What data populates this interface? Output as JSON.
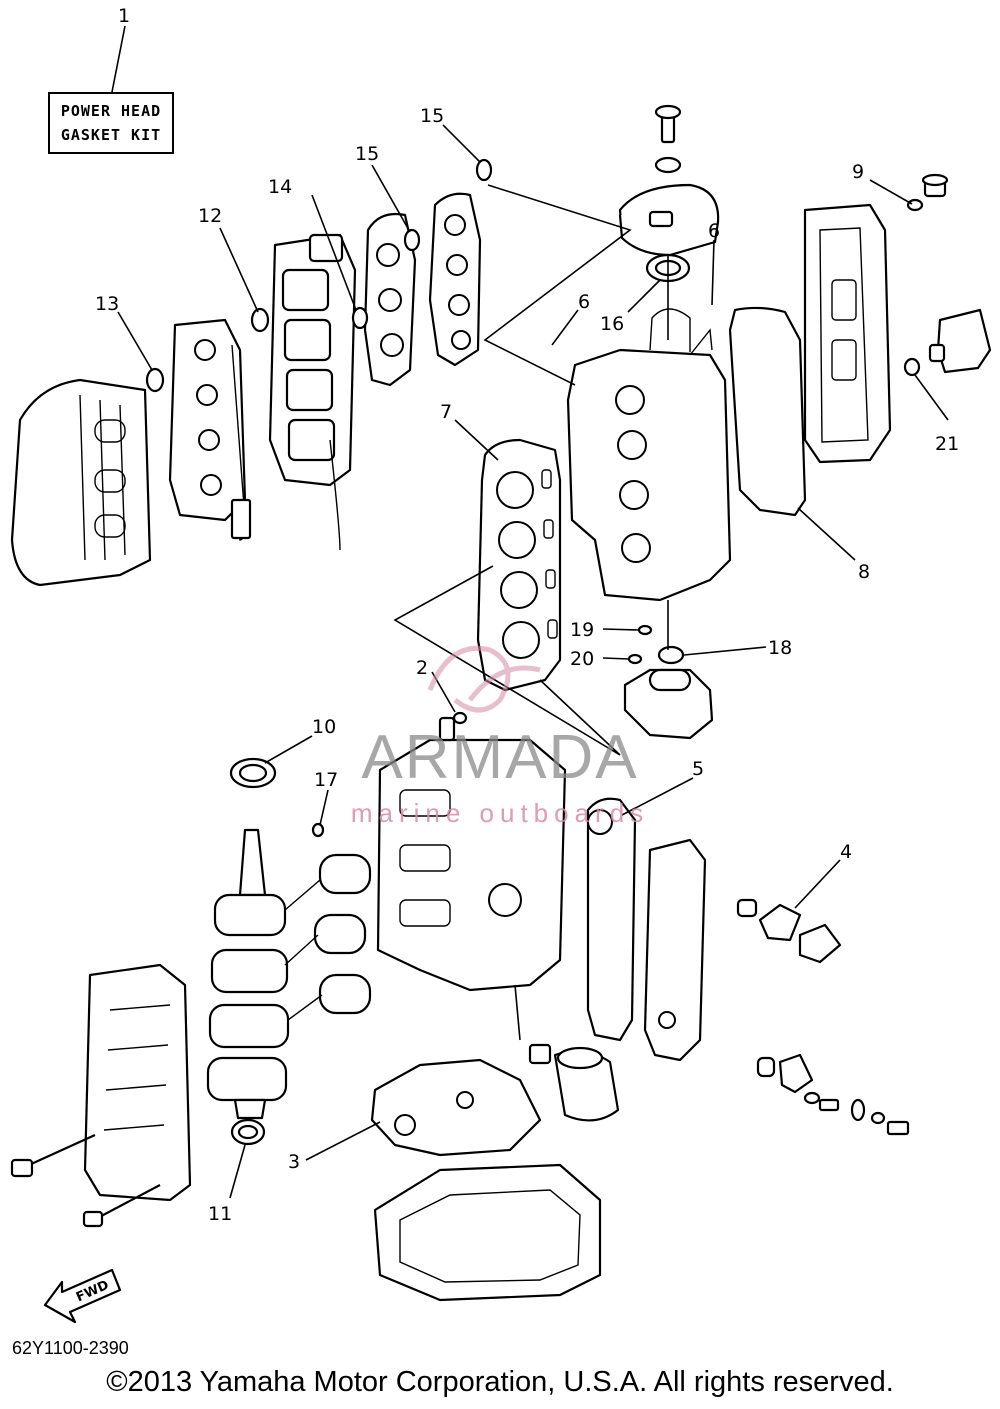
{
  "kit_label": {
    "line1": "POWER HEAD",
    "line2": "GASKET KIT"
  },
  "watermark": {
    "brand": "ARMADA",
    "tagline": "marine outboards"
  },
  "fwd_label": "FWD",
  "diagram_code": "62Y1100-2390",
  "copyright": "©2013 Yamaha Motor Corporation, U.S.A. All rights reserved.",
  "callouts": [
    "1",
    "2",
    "3",
    "4",
    "5",
    "6",
    "6",
    "7",
    "8",
    "9",
    "10",
    "11",
    "12",
    "13",
    "14",
    "15",
    "15",
    "16",
    "17",
    "18",
    "19",
    "20",
    "21"
  ]
}
